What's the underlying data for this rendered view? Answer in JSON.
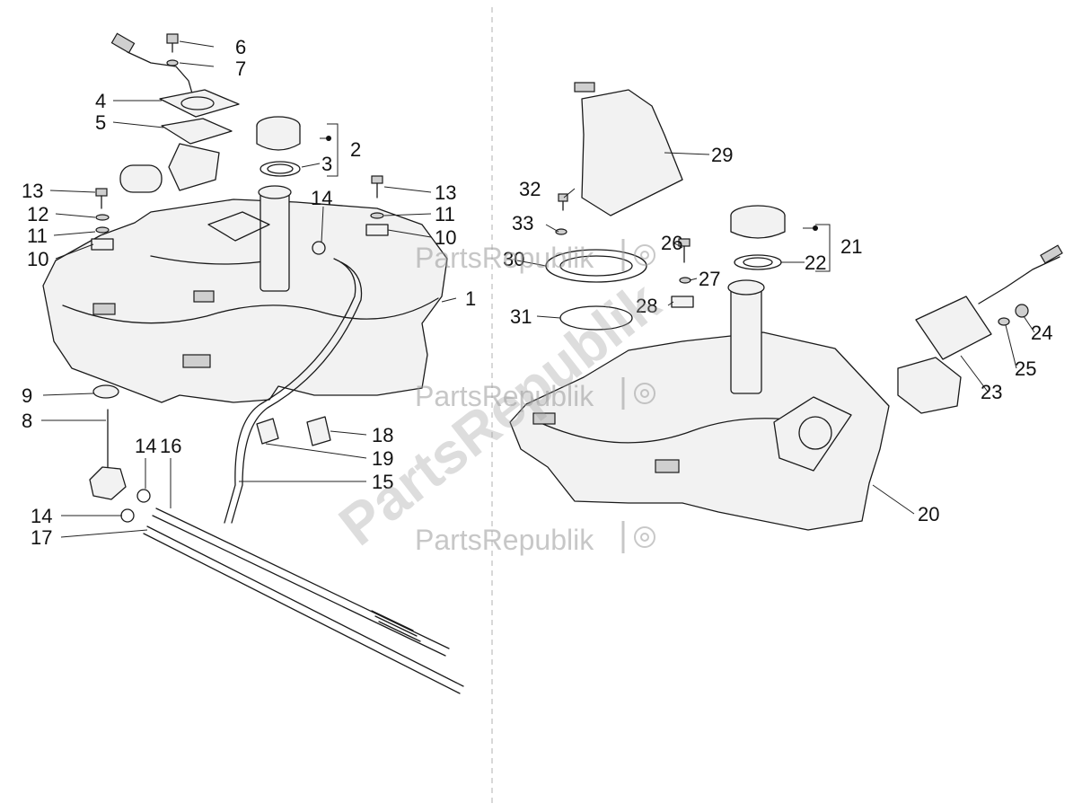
{
  "watermark": {
    "brand": "PartsRepublik"
  },
  "callouts": [
    "1",
    "2",
    "3",
    "4",
    "5",
    "6",
    "7",
    "8",
    "9",
    "10",
    "10",
    "11",
    "11",
    "12",
    "13",
    "13",
    "14",
    "14",
    "14",
    "16",
    "15",
    "17",
    "18",
    "19",
    "20",
    "21",
    "22",
    "23",
    "24",
    "25",
    "26",
    "27",
    "28",
    "29",
    "30",
    "31",
    "32",
    "33"
  ],
  "colors": {
    "line": "#1a1a1a",
    "part_fill": "#f2f2f2",
    "watermark": "#9a9a9a",
    "background": "#ffffff"
  }
}
